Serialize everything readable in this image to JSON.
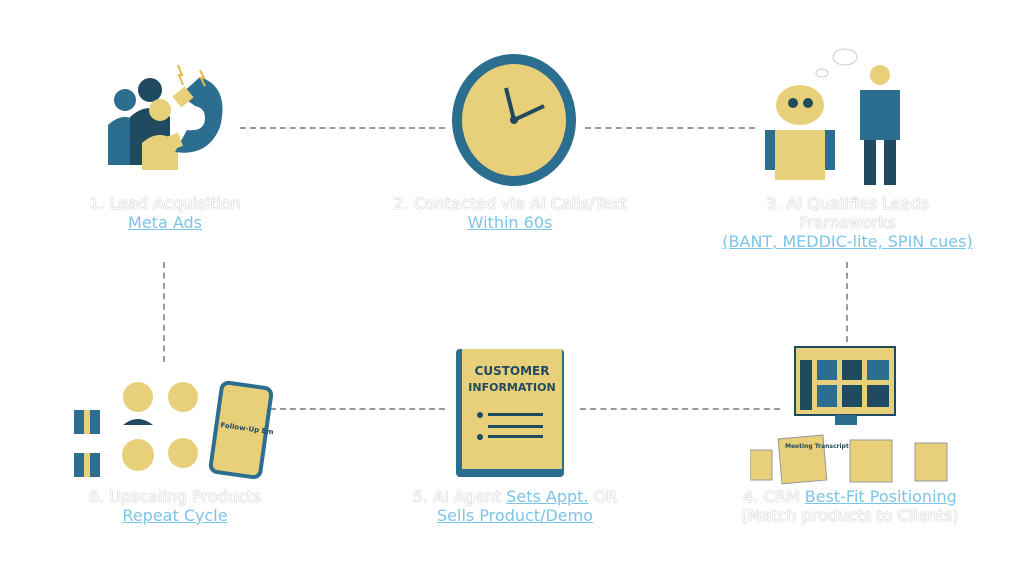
{
  "steps": [
    {
      "number_title": "1. Lead Acquisition",
      "link": "Meta Ads"
    },
    {
      "number_title": "2. Contacted via AI Calls/Text",
      "link": "Within 60s"
    },
    {
      "number_title": "3. AI Qualifies Leads",
      "subtitle": "Frameworks",
      "link": "(BANT, MEDDIC-lite, SPIN cues)"
    },
    {
      "prefix": "4. CRM",
      "link": "Best-Fit Positioning",
      "subtitle": "(Match products to Clients)"
    },
    {
      "prefix": "5. AI Agent",
      "link": "Sets Appt.",
      "middle": "OR",
      "link2": "Sells Product/Demo"
    },
    {
      "number_title": "6. Upscaling Products",
      "link": "Repeat Cycle"
    }
  ],
  "illustrations": {
    "book_title_1": "CUSTOMER",
    "book_title_2": "INFORMATION",
    "phone_email": "Follow-Up Email",
    "crm_doc": "Meeting Transcript"
  },
  "colors": {
    "yellow": "#e8cf7a",
    "blue": "#2c6e8f",
    "navy": "#1f4a60",
    "link": "#7cc4e8"
  }
}
